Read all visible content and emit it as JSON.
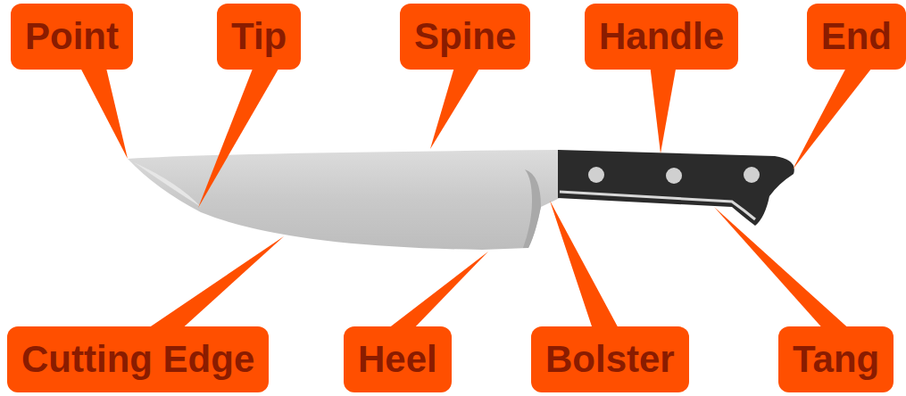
{
  "diagram": {
    "nodes": [
      {
        "text": [
          "Point"
        ]
      },
      {
        "text": [
          "Tip"
        ]
      },
      {
        "text": [
          "Spine"
        ]
      },
      {
        "text": [
          "Handle"
        ]
      },
      {
        "text": [
          "End"
        ]
      },
      {
        "text": [
          "Cutting Edge"
        ]
      },
      {
        "text": [
          "Heel"
        ]
      },
      {
        "text": [
          "Bolster"
        ]
      },
      {
        "text": [
          "Tang"
        ]
      }
    ]
  }
}
